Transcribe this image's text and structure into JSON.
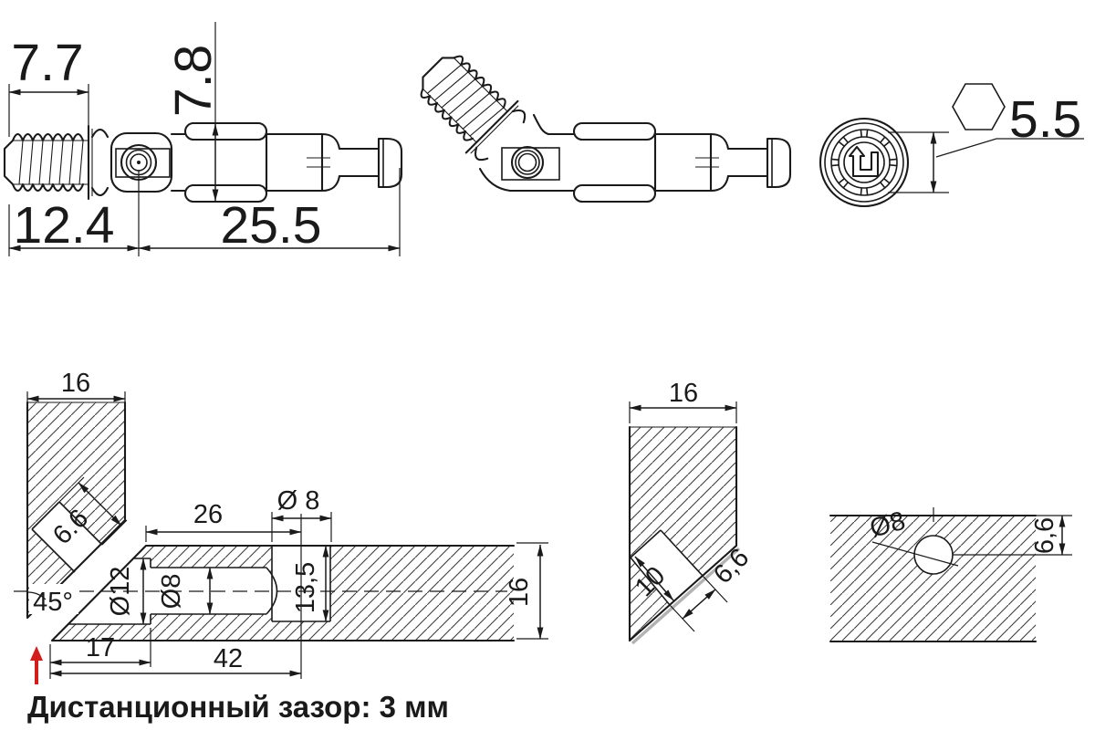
{
  "note": "Дистанционный зазор: 3 мм",
  "colors": {
    "line": "#1a1a1a",
    "accent_red": "#d21d1d",
    "hatch": "#3d3d3d",
    "miter_gray": "#b3b3b3"
  },
  "dims": {
    "side_thread_len": "7.7",
    "side_lug_span": "7.8",
    "side_thread_to_pivot": "12.4",
    "side_pivot_to_tip": "25.5",
    "end_hex": "5.5",
    "cs_panel_width": "16",
    "cs_hole45_dia": "6.6",
    "cs_miter_angle": "45°",
    "cs_counterbore_dia": "Ø12",
    "cs_hole_dia": "Ø8",
    "cs_hole_center_offset": "26",
    "cs_top_hole_dia": "Ø 8",
    "cs_top_hole_depth": "13,5",
    "cs_panel_thickness": "16",
    "cs_edge_to_counterbore": "17",
    "cs_edge_to_hole_center": "42",
    "mp_panel_width": "16",
    "mp_hole_depth": "10",
    "mp_hole_dia": "6,6",
    "fp_hole_dia": "Ø8",
    "fp_edge_distance": "6,6"
  }
}
